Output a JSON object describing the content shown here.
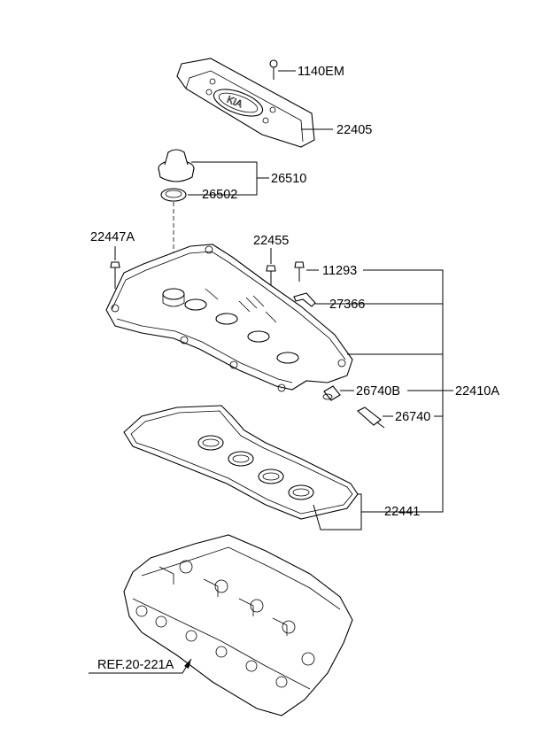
{
  "parts": {
    "p1140EM": "1140EM",
    "p22405": "22405",
    "p26510": "26510",
    "p26502": "26502",
    "p22447A": "22447A",
    "p22455": "22455",
    "p11293": "11293",
    "p27366": "27366",
    "p26740B": "26740B",
    "p22410A": "22410A",
    "p26740": "26740",
    "p22441": "22441"
  },
  "reference": "REF.20-221A",
  "logo_text": "KIA"
}
